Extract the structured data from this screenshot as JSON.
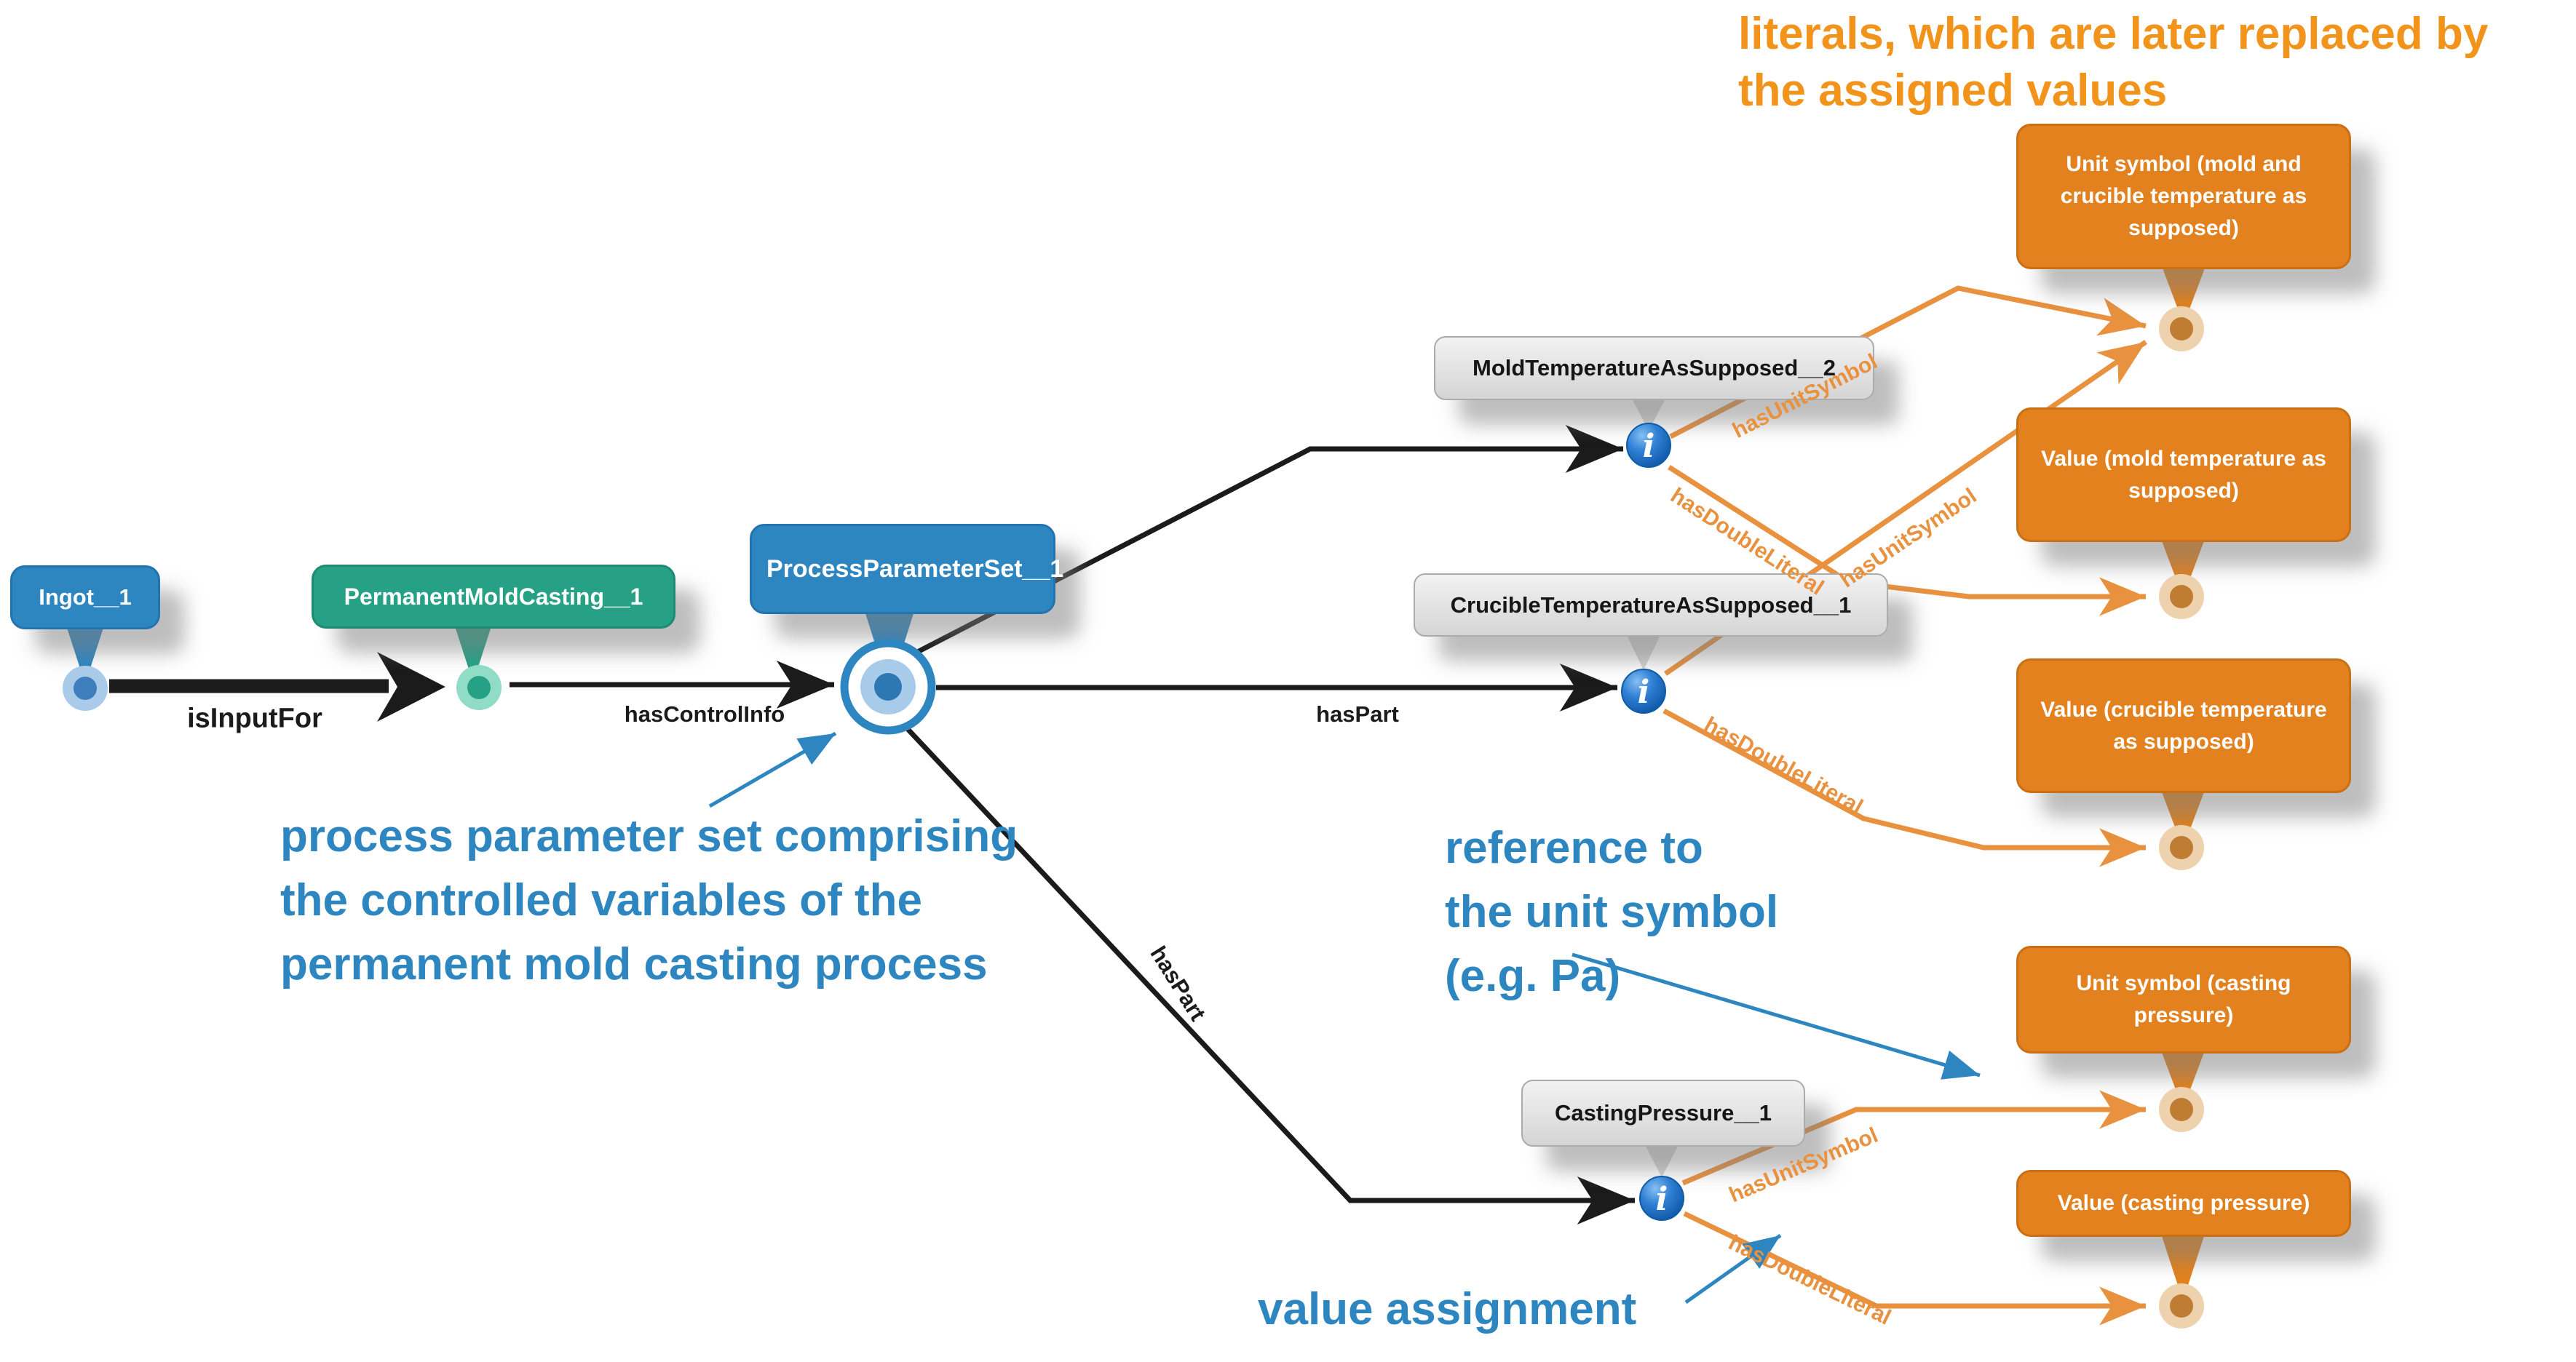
{
  "palette": {
    "node_blue": "#2E86C1",
    "node_green": "#27A186",
    "node_gray": "#D5D5D5",
    "literal_orange": "#E2811E",
    "edge_orange": "#E8913F",
    "edge_black": "#1B1B1B",
    "annotation_blue": "#2E86C1",
    "annotation_orange": "#F2941B"
  },
  "heading": "literals, which are later replaced by\nthe assigned values",
  "nodes": {
    "ingot": {
      "label": "Ingot__1"
    },
    "pmc": {
      "label": "PermanentMoldCasting__1"
    },
    "pps": {
      "label": "ProcessParameterSet__1"
    },
    "mold": {
      "label": "MoldTemperatureAsSupposed__2"
    },
    "crucible": {
      "label": "CrucibleTemperatureAsSupposed__1"
    },
    "casting": {
      "label": "CastingPressure__1"
    },
    "unit_mold_crucible": {
      "label": "Unit symbol (mold and crucible temperature as supposed)"
    },
    "value_mold": {
      "label": "Value (mold temperature as supposed)"
    },
    "value_crucible": {
      "label": "Value (crucible temperature as supposed)"
    },
    "unit_casting": {
      "label": "Unit symbol (casting pressure)"
    },
    "value_casting": {
      "label": "Value (casting pressure)"
    }
  },
  "edge_labels": {
    "is_input_for": "isInputFor",
    "has_control_info": "hasControlInfo",
    "has_part_top": "hasPart",
    "has_part_bottom": "hasPart",
    "mold_has_unit_symbol": "hasUnitSymbol",
    "mold_has_double_literal": "hasDoubleLiteral",
    "crucible_has_unit_symbol": "hasUnitSymbol",
    "crucible_has_double_literal": "hasDoubleLiteral",
    "casting_has_unit_symbol": "hasUnitSymbol",
    "casting_has_double_literal": "hasDoubleLiteral"
  },
  "annotations": {
    "process_parameter_note": "process parameter set comprising\nthe controlled variables of the\npermanent mold casting process",
    "unit_symbol_note": "reference to\nthe unit symbol\n(e.g. Pa)",
    "value_assignment_note": "value assignment"
  },
  "icons": {
    "info_glyph": "i"
  }
}
